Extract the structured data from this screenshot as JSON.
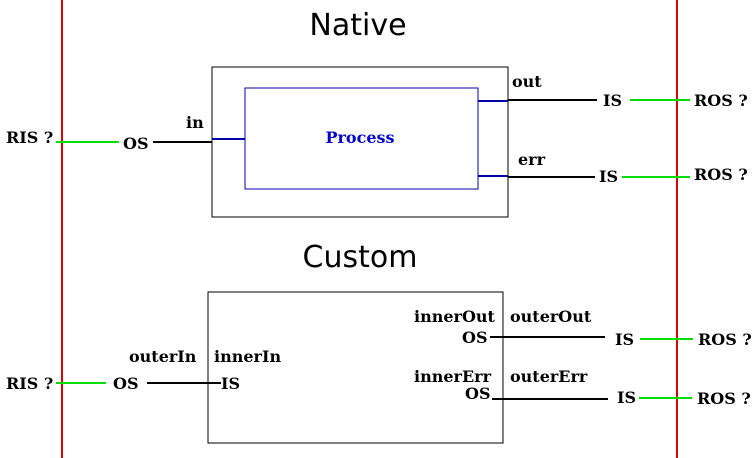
{
  "colors": {
    "boundary": "#e00000",
    "connector": "#00dd00",
    "wire": "#000000",
    "process": "#0000aa"
  },
  "native": {
    "title": "Native",
    "process_label": "Process",
    "in_label": "in",
    "out_label": "out",
    "err_label": "err",
    "ris_label": "RIS ?",
    "os_label": "OS",
    "out_is_label": "IS",
    "err_is_label": "IS",
    "out_ros_label": "ROS ?",
    "err_ros_label": "ROS ?"
  },
  "custom": {
    "title": "Custom",
    "ris_label": "RIS ?",
    "os_label": "OS",
    "outer_in_label": "outerIn",
    "inner_in_label": "innerIn",
    "inner_is_label": "IS",
    "inner_out_label": "innerOut",
    "inner_out_os_label": "OS",
    "outer_out_label": "outerOut",
    "out_is_label": "IS",
    "out_ros_label": "ROS ?",
    "inner_err_label": "innerErr",
    "inner_err_os_label": "OS",
    "outer_err_label": "outerErr",
    "err_is_label": "IS",
    "err_ros_label": "ROS ?"
  }
}
